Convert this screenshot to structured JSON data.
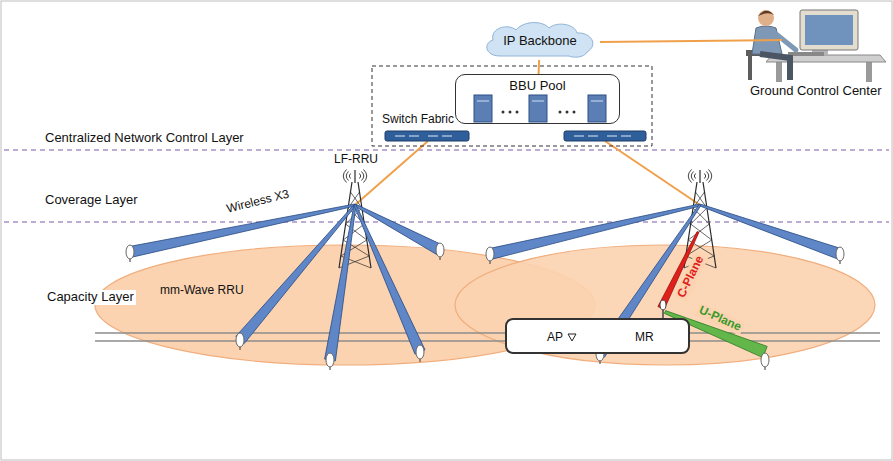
{
  "diagram": {
    "nodes": [
      {
        "text": [
          "IP Backbone"
        ]
      },
      {
        "text": [
          "BBU Pool"
        ]
      },
      {
        "text": [
          "AP",
          "MR"
        ]
      }
    ],
    "edges": [
      {
        "from": 0,
        "to": 1,
        "arrow": "none"
      }
    ],
    "labels": [
      "Ground Control Center",
      "Switch Fabric",
      "Centralized Network Control Layer",
      "LF-RRU",
      "Coverage Layer",
      "Wireless X3",
      "Capacity Layer",
      "mm-Wave RRU",
      "C-Plane",
      "U-Plane"
    ]
  }
}
